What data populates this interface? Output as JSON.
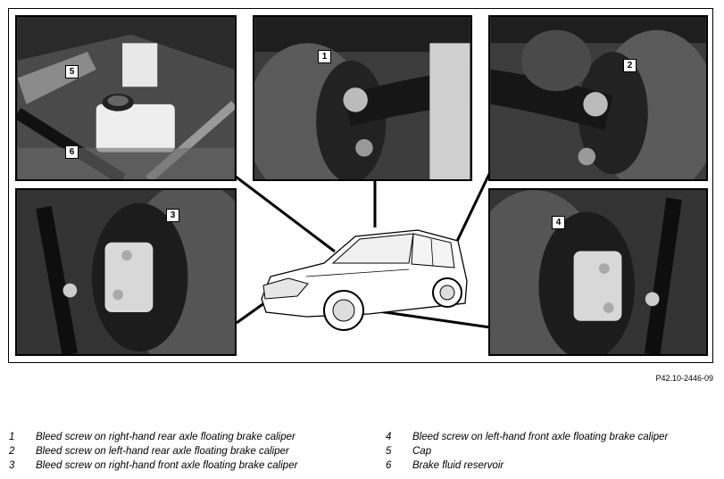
{
  "figure_code": "P42.10-2446-09",
  "callouts": [
    "1",
    "2",
    "3",
    "4",
    "5",
    "6"
  ],
  "legend": {
    "left": [
      {
        "num": "1",
        "text": "Bleed screw on right-hand rear axle floating brake caliper"
      },
      {
        "num": "2",
        "text": "Bleed screw on left-hand rear axle floating brake caliper"
      },
      {
        "num": "3",
        "text": "Bleed screw on right-hand front axle floating brake caliper"
      }
    ],
    "right": [
      {
        "num": "4",
        "text": "Bleed screw on left-hand front axle floating brake caliper"
      },
      {
        "num": "5",
        "text": "Cap"
      },
      {
        "num": "6",
        "text": "Brake fluid reservoir"
      }
    ]
  }
}
